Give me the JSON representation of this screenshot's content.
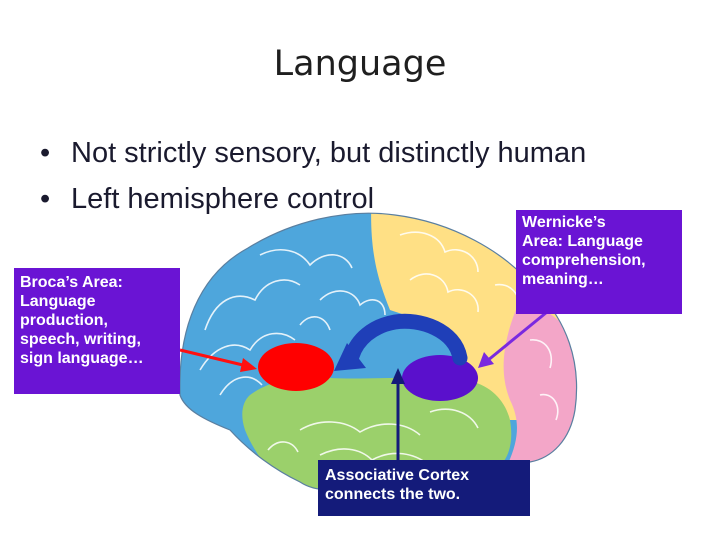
{
  "slide": {
    "title": "Language",
    "bullets": [
      "Not strictly sensory, but distinctly human",
      "Left hemisphere control"
    ]
  },
  "labels": {
    "broca": [
      "Broca’s Area:",
      "Language",
      "production,",
      "speech, writing,",
      "sign language…"
    ],
    "wernicke": [
      "Wernicke’s",
      "Area: Language",
      "comprehension,",
      "meaning…"
    ],
    "associative": [
      "Associative Cortex",
      "connects the two."
    ]
  },
  "colors": {
    "frontal_lobe": "#4ea6dc",
    "parietal_lobe": "#ffe085",
    "temporal_lobe": "#9bd06b",
    "occipital_lobe": "#f3a6c8",
    "broca_area": "#ff0000",
    "wernicke_area": "#5a10cc",
    "arc_arrow": "#1f3fb8",
    "label_fill": "#6a14d4",
    "assoc_label_fill": "#141b7a"
  }
}
